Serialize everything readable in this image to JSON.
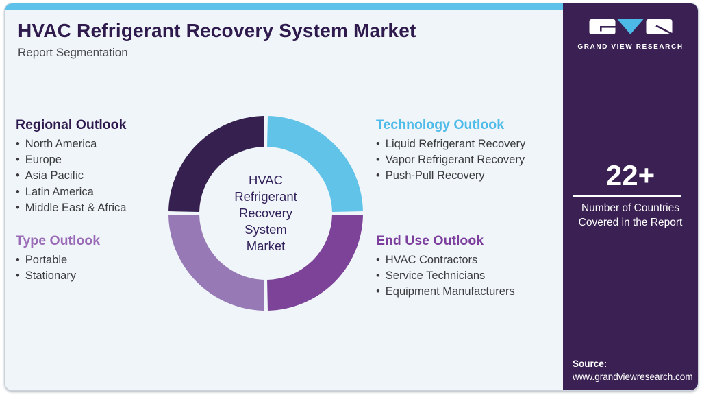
{
  "header": {
    "title": "HVAC Refrigerant Recovery System Market",
    "subtitle": "Report Segmentation"
  },
  "sections": {
    "regional": {
      "heading": "Regional Outlook",
      "items": [
        "North America",
        "Europe",
        "Asia Pacific",
        "Latin America",
        "Middle East & Africa"
      ]
    },
    "type": {
      "heading": "Type Outlook",
      "items": [
        "Portable",
        "Stationary"
      ]
    },
    "technology": {
      "heading": "Technology Outlook",
      "items": [
        "Liquid Refrigerant Recovery",
        "Vapor Refrigerant Recovery",
        "Push-Pull Recovery"
      ]
    },
    "end_use": {
      "heading": "End Use Outlook",
      "items": [
        "HVAC Contractors",
        "Service Technicians",
        "Equipment Manufacturers"
      ]
    }
  },
  "donut": {
    "center_lines": [
      "HVAC",
      "Refrigerant",
      "Recovery",
      "System",
      "Market"
    ],
    "segments": [
      {
        "name": "Technology Outlook",
        "position": "top-right",
        "color": "#62c3e9"
      },
      {
        "name": "End Use Outlook",
        "position": "bottom-right",
        "color": "#7c4398"
      },
      {
        "name": "Type Outlook",
        "position": "bottom-left",
        "color": "#9779b6"
      },
      {
        "name": "Regional Outlook",
        "position": "top-left",
        "color": "#36204f"
      }
    ]
  },
  "sidebar": {
    "logo": {
      "text": "GRAND VIEW RESEARCH"
    },
    "stat": {
      "value": "22+",
      "caption_lines": [
        "Number of Countries",
        "Covered in the Report"
      ]
    },
    "source": {
      "label": "Source:",
      "url": "www.grandviewresearch.com"
    }
  },
  "colors": {
    "accent_bar": "#5ec1e9",
    "card_background": "#f0f5f9",
    "sidebar_background": "#3b2153",
    "title_text": "#2f1a4d",
    "body_text": "#3b3b3d",
    "heading_regional": "#2e1a4e",
    "heading_type": "#9a6cb8",
    "heading_technology": "#4fbbe8",
    "heading_end_use": "#7d3f9d",
    "donut_dark": "#36204f",
    "donut_blue": "#62c3e9",
    "donut_purple": "#7c4398",
    "donut_light_purple": "#9779b6",
    "logo_v_blue": "#4cb9e6"
  }
}
